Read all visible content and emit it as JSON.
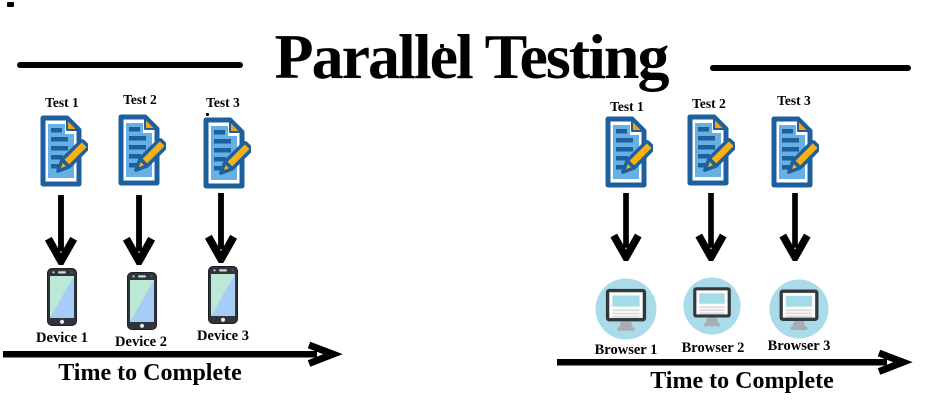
{
  "title": {
    "text": "Parallel Testing"
  },
  "left_panel": {
    "tests": [
      "Test 1",
      "Test 2",
      "Test 3"
    ],
    "targets": [
      "Device 1",
      "Device 2",
      "Device 3"
    ],
    "axis_label": "Time to Complete"
  },
  "right_panel": {
    "tests": [
      "Test 1",
      "Test 2",
      "Test 3"
    ],
    "targets": [
      "Browser 1",
      "Browser 2",
      "Browser 3"
    ],
    "axis_label": "Time to Complete"
  },
  "icons": {
    "test": "test-document-with-pencil-icon",
    "left_target": "smartphone-icon",
    "right_target": "browser-monitor-icon",
    "flow": "down-arrow-icon",
    "axis": "right-arrow-icon"
  },
  "colors": {
    "background": "#ffffff",
    "text": "#000000",
    "arrow": "#000000",
    "doc_outline_blue": "#1e5f9e",
    "doc_page_blue": "#67b0e3",
    "pencil_amber": "#f8b017",
    "fold_amber": "#f2a30f",
    "phone_body": "#2f353b",
    "phone_screen_blue": "#a6ccf8",
    "phone_screen_mint": "#bce8d6",
    "browser_circle_bg": "#a9dce8",
    "monitor_frame": "#33383d",
    "monitor_header": "#a3dbe7",
    "monitor_lines": "#d9d9d9",
    "stand_gray": "#a8adb2"
  }
}
